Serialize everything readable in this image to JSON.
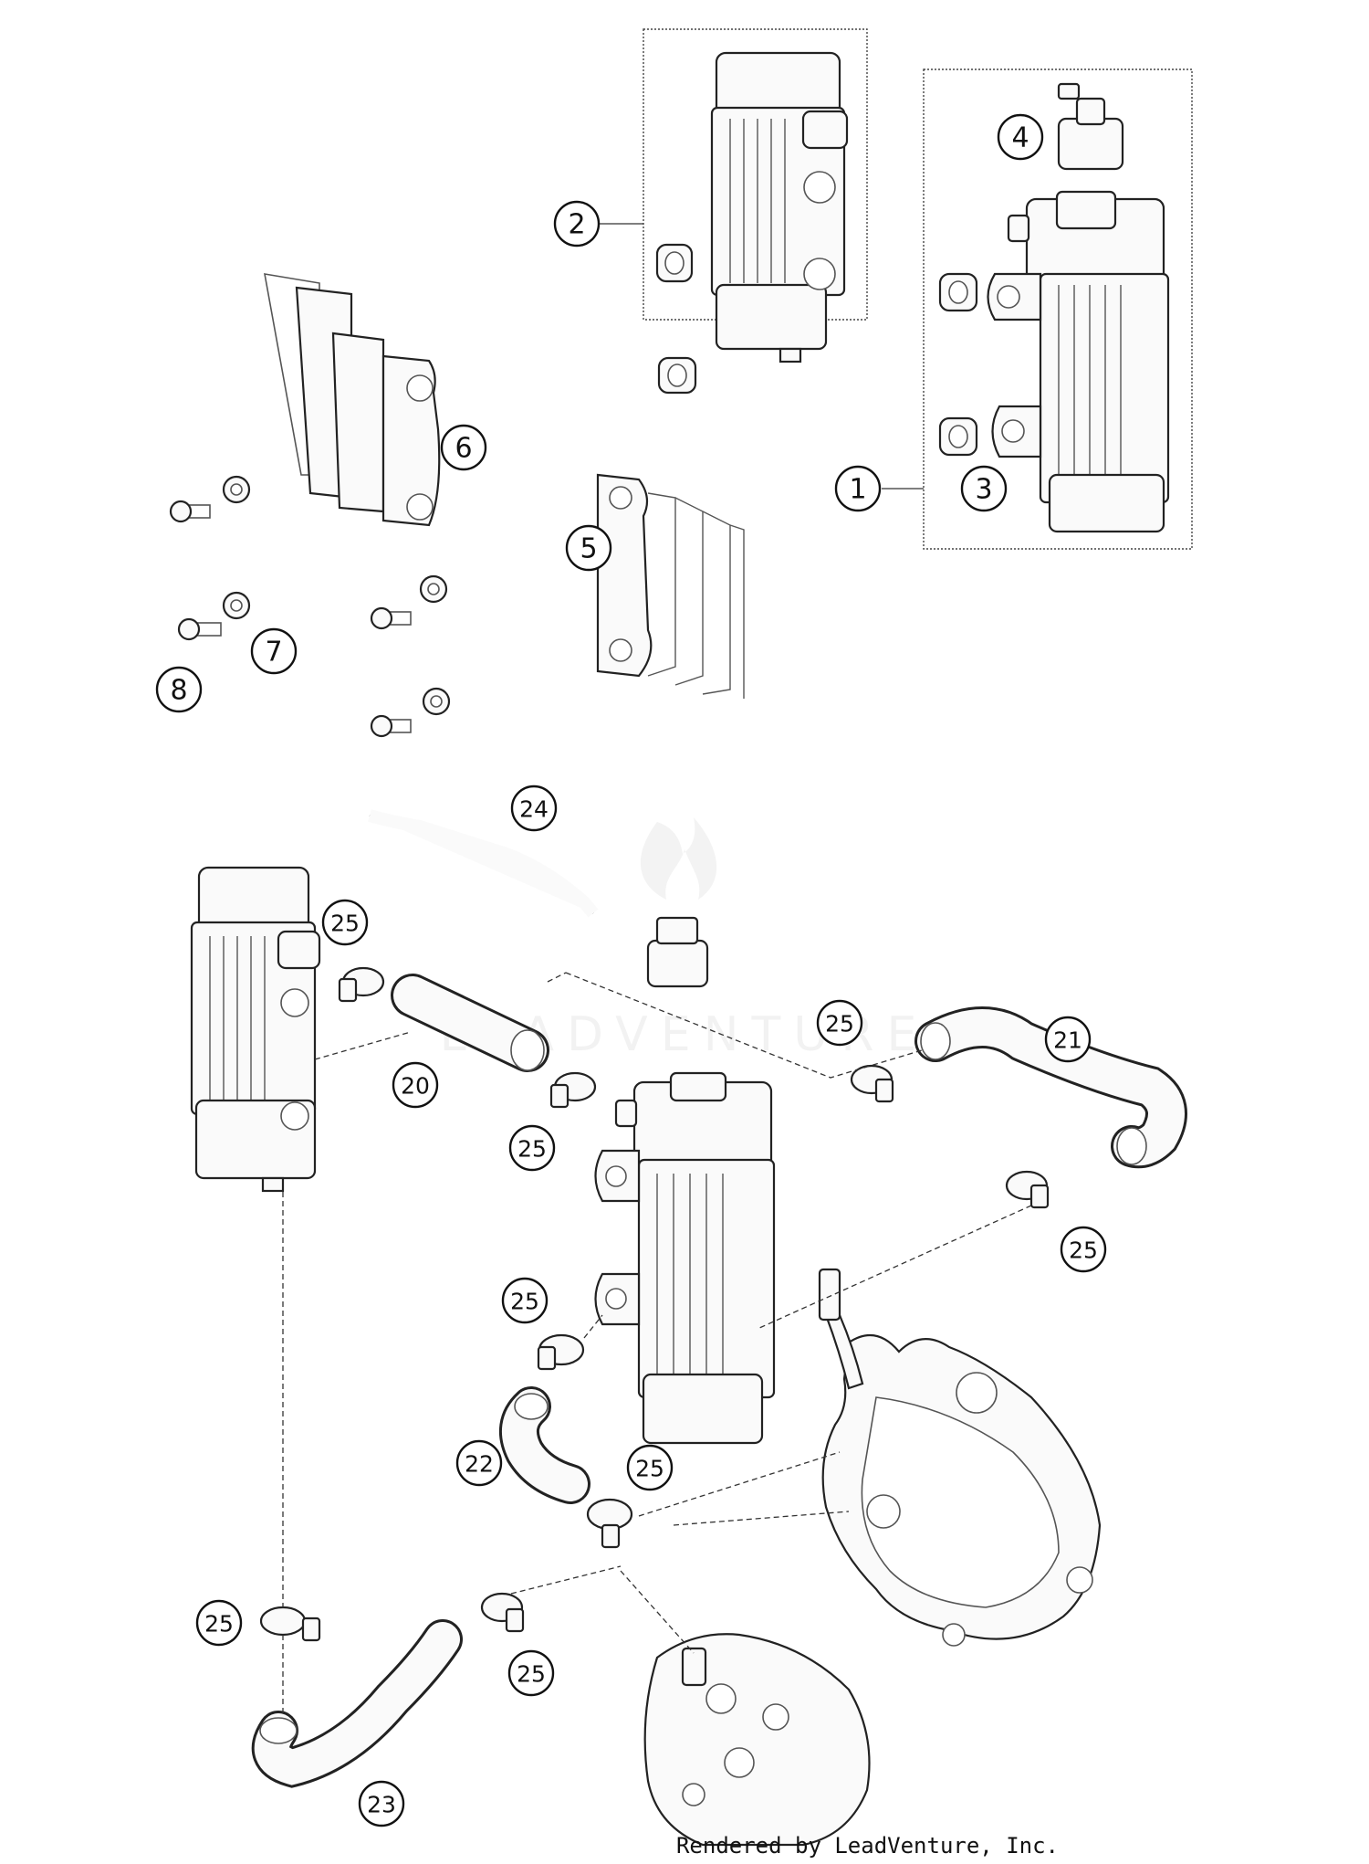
{
  "watermark": "LEADVENTURE",
  "credit": "Rendered by LeadVenture, Inc.",
  "callouts": {
    "c1": "1",
    "c2": "2",
    "c3": "3",
    "c4": "4",
    "c5": "5",
    "c6": "6",
    "c7": "7",
    "c8": "8",
    "c20": "20",
    "c21": "21",
    "c22": "22",
    "c23": "23",
    "c24": "24",
    "c25a": "25",
    "c25b": "25",
    "c25c": "25",
    "c25d": "25",
    "c25e": "25",
    "c25f": "25",
    "c25g": "25",
    "c25h": "25"
  }
}
